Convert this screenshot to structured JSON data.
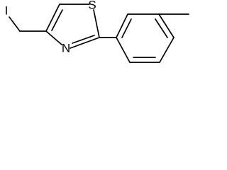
{
  "molecule": {
    "atoms": {
      "iodine": "I",
      "sulfur": "S",
      "nitrogen": "N"
    }
  }
}
